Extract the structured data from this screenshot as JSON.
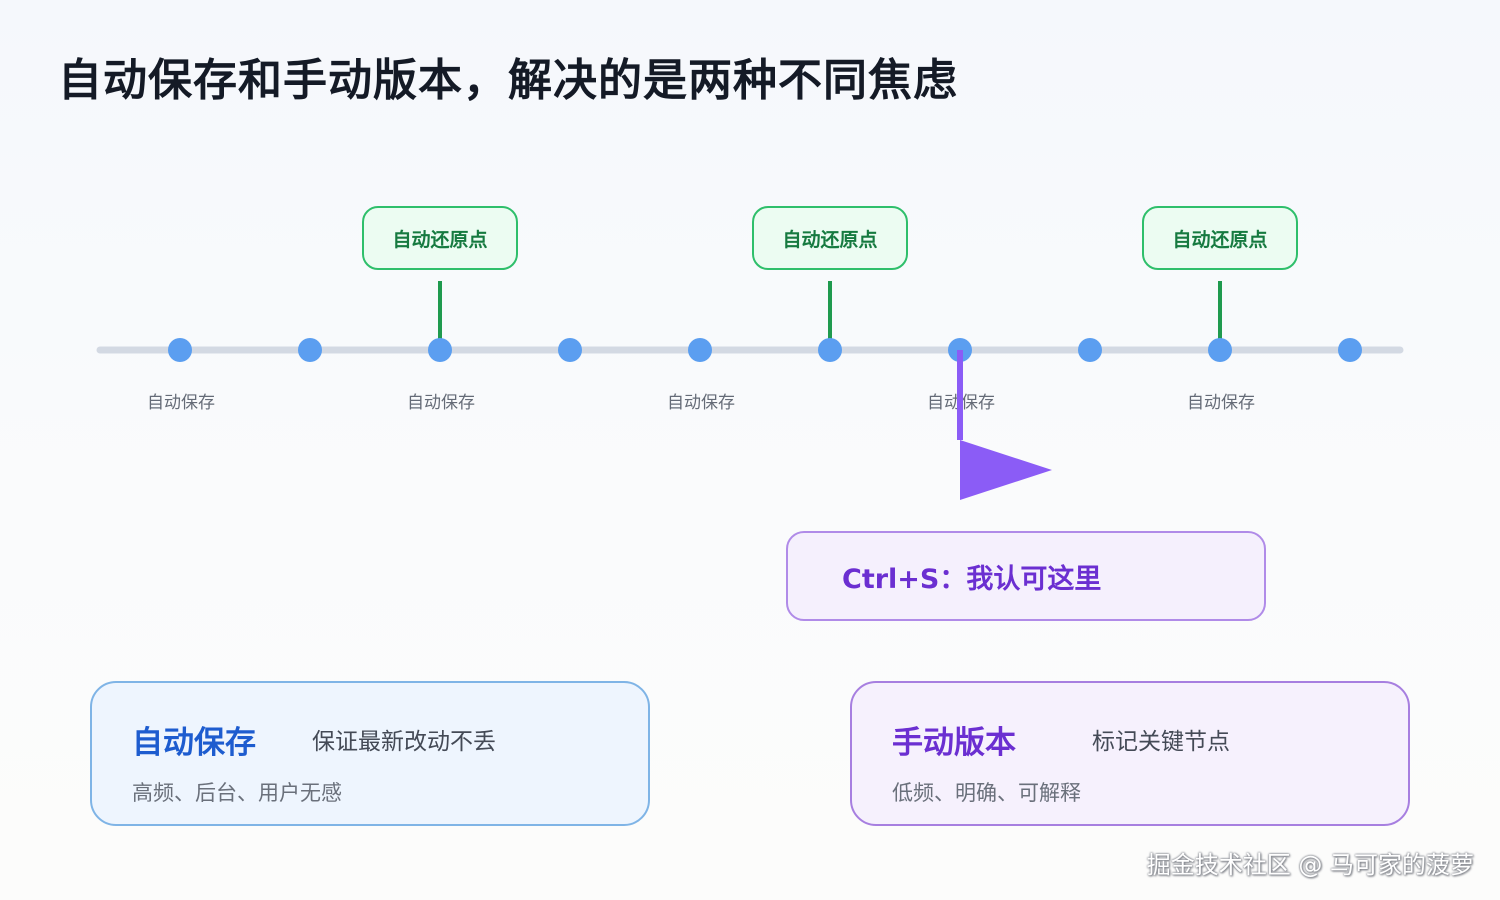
{
  "title": "自动保存和手动版本，解决的是两种不同焦虑",
  "timeline": {
    "autosave_label": "自动保存",
    "restore_point_label": "自动还原点",
    "manual_callout": "Ctrl+S：我认可这里",
    "colors": {
      "track": "#d3d9e3",
      "dot": "#5b9ef0",
      "restore_stem": "#1f9a4e",
      "manual_flag": "#8b5cf6"
    }
  },
  "cards": {
    "auto": {
      "title": "自动保存",
      "subtitle": "保证最新改动不丢",
      "desc": "高频、后台、用户无感",
      "accent": "#1d5ccf"
    },
    "manual": {
      "title": "手动版本",
      "subtitle": "标记关键节点",
      "desc": "低频、明确、可解释",
      "accent": "#6b2fd1"
    }
  },
  "watermark": "掘金技术社区 @ 马可家的菠萝"
}
